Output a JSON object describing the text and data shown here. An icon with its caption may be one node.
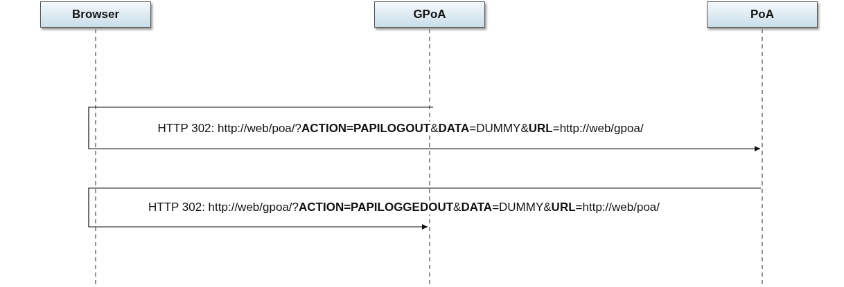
{
  "diagram": {
    "nodes": [
      {
        "text": [
          "Browser"
        ]
      },
      {
        "text": [
          "GPoA"
        ]
      },
      {
        "text": [
          "PoA"
        ]
      }
    ],
    "edges": [
      {
        "from": 1,
        "to": 2,
        "arrow": "to",
        "label": "HTTP 302: http://web/poa/?**ACTION=PAPILOGOUT**&**DATA**=DUMMY&**URL**=http://web/gpoa/"
      },
      {
        "from": 2,
        "to": 1,
        "arrow": "to",
        "label": "HTTP 302: http://web/gpoa/?**ACTION=PAPILOGGEDOUT**&**DATA**=DUMMY&**URL**=http://web/poa/"
      }
    ]
  }
}
